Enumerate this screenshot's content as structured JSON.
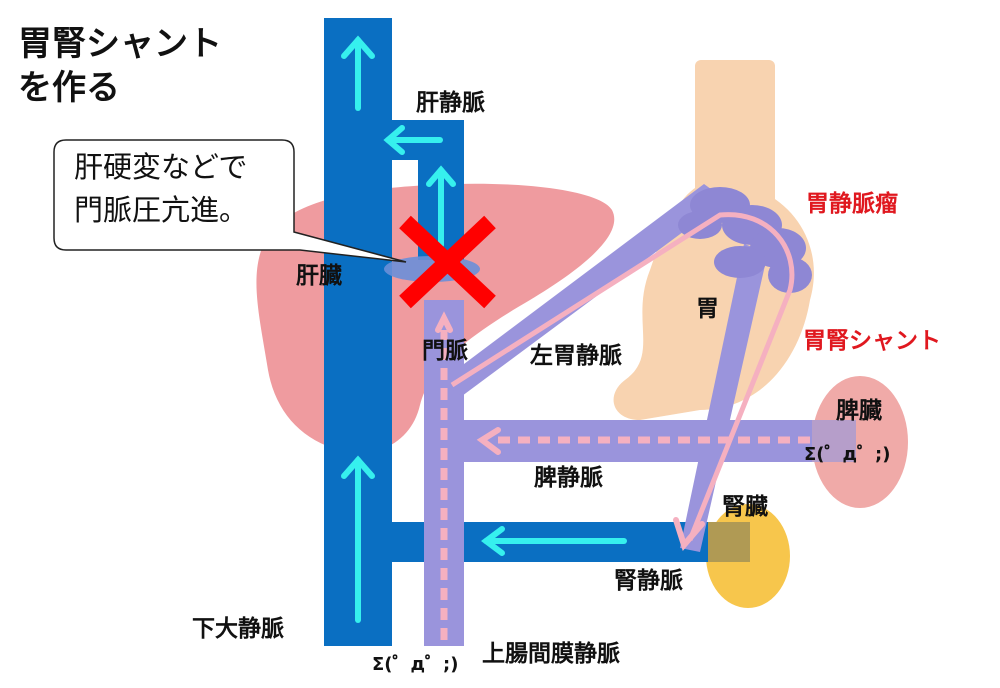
{
  "title": {
    "line1": "胃腎シャント",
    "line2": "を作る"
  },
  "callout": {
    "line1": "肝硬変などで",
    "line2": "門脈圧亢進。"
  },
  "labels": {
    "hepatic_vein": "肝静脈",
    "liver": "肝臓",
    "portal_vein": "門脈",
    "left_gastric_vein": "左胃静脈",
    "stomach": "胃",
    "gastric_varix": "胃静脈瘤",
    "gastrorenal_shunt": "胃腎シャント",
    "spleen": "脾臓",
    "splenic_vein": "脾静脈",
    "kidney": "腎臓",
    "renal_vein": "腎静脈",
    "ivc": "下大静脈",
    "smv": "上腸間膜静脈"
  },
  "faces": {
    "spleen_face": "Σ(゜д゜;)",
    "smv_face": "Σ(゜д゜;)"
  },
  "colors": {
    "vein_blue": "#0a6fc2",
    "flow_arrow": "#36f0ee",
    "portal_purple": "#9a94dc",
    "pink_flow": "#f5b0c0",
    "liver": "#ef9b9f",
    "stomach": "#f8d3b0",
    "spleen": "#f0aaa8",
    "kidney": "#f7c64c",
    "block_x": "#ff0000",
    "red_text": "#e0181f"
  }
}
